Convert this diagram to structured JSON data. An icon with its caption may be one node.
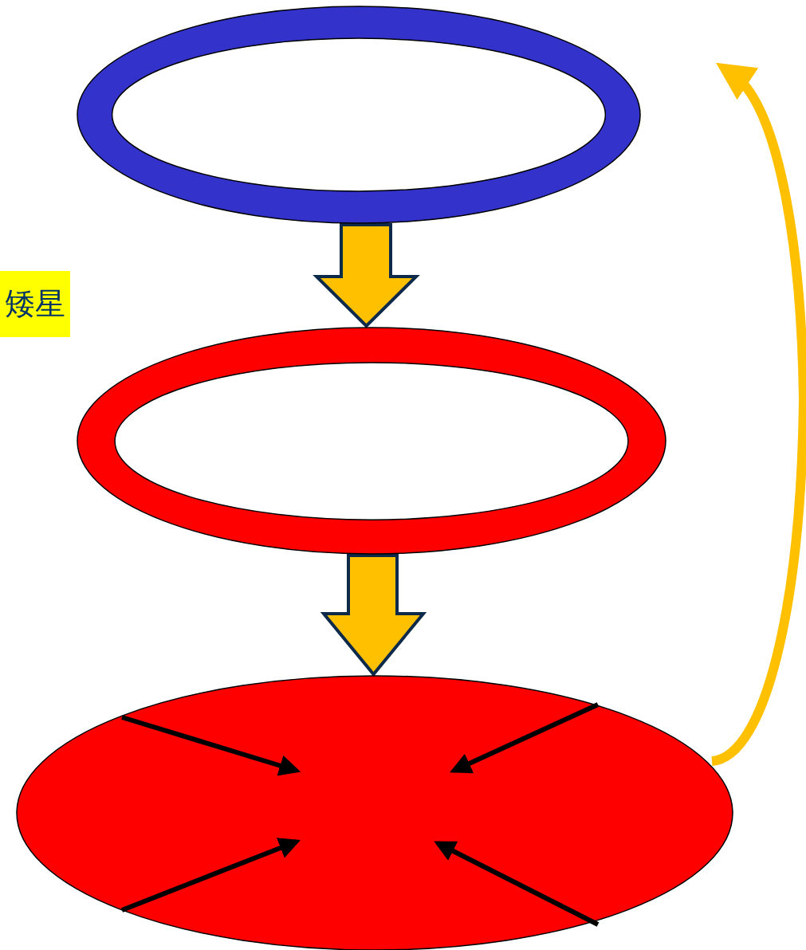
{
  "diagram": {
    "nodes": [
      {
        "text": [],
        "shape": "ring"
      },
      {
        "text": [
          "矮星"
        ]
      },
      {
        "text": [],
        "shape": "ring"
      },
      {
        "text": [],
        "shape": "ellipse"
      }
    ],
    "edges": [
      {
        "from": 0,
        "to": 2,
        "arrow": "to",
        "style": "thick"
      },
      {
        "from": 2,
        "to": 3,
        "arrow": "to",
        "style": "thick"
      },
      {
        "from": 3,
        "to": 0,
        "arrow": "to",
        "color": "#ffc000"
      }
    ]
  }
}
